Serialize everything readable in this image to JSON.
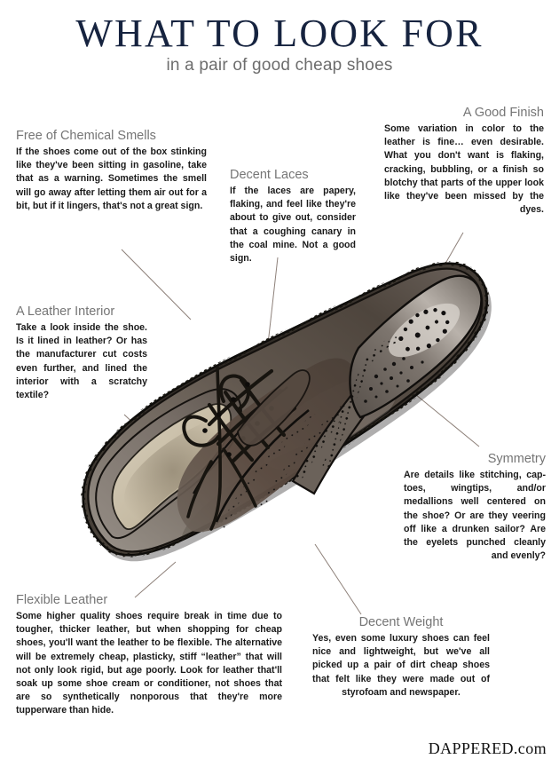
{
  "header": {
    "title": "WHAT TO LOOK FOR",
    "subtitle": "in a pair of good cheap shoes"
  },
  "callouts": [
    {
      "id": "chemical-smells",
      "heading": "Free of Chemical Smells",
      "body": "If the shoes come out of the box stinking like they've been sitting in gasoline, take that as a warning. Sometimes the smell will go away after letting them air out for a bit, but if it lingers, that's not a great sign."
    },
    {
      "id": "leather-interior",
      "heading": "A Leather Interior",
      "body": "Take a look inside the shoe. Is it lined in leather? Or has the manufacturer cut costs even further, and lined the interior with a scratchy textile?"
    },
    {
      "id": "decent-laces",
      "heading": "Decent Laces",
      "body": "If the laces are papery, flaking, and feel like they're about to give out, consider that a coughing canary in the coal mine. Not a good sign."
    },
    {
      "id": "good-finish",
      "heading": "A Good Finish",
      "body": "Some variation in color to the leather is fine… even desirable. What you don't want is flaking, cracking, bubbling, or a finish so blotchy that parts of the upper look like they've been missed by the dyes."
    },
    {
      "id": "symmetry",
      "heading": "Symmetry",
      "body": "Are details like stitching, cap-toes, wingtips, and/or medallions well centered on the shoe? Or are they veering off like a drunken sailor? Are the eyelets punched cleanly and evenly?"
    },
    {
      "id": "flexible-leather",
      "heading": "Flexible Leather",
      "body": "Some higher quality shoes require break in time due to tougher, thicker leather, but when shopping for cheap shoes, you'll want the leather to be flexible. The alternative will be extremely cheap, plasticky, stiff “leather” that will not only look rigid, but age poorly. Look for leather that'll soak up some shoe cream or conditioner, not shoes that are so synthetically nonporous that they're more tupperware than hide."
    },
    {
      "id": "decent-weight",
      "heading": "Decent Weight",
      "body": "Yes, even some luxury shoes can feel nice and lightweight, but we've all picked up a pair of dirt cheap shoes that felt like they were made out of styrofoam and newspaper."
    }
  ],
  "footer": {
    "logo": "DAPPERED.com"
  },
  "illustration": {
    "name": "brown-leather-wingtip-brogue-shoe",
    "description": "Top-down view of a dark brown leather wingtip brogue dress shoe angled from lower-left heel to upper-right toe",
    "colors": {
      "upper_dark": "#4a4038",
      "upper_mid": "#6c6159",
      "upper_light": "#8d857d",
      "toe_highlight": "#cfc9c2",
      "vamp_brown": "#5a4a40",
      "interior_lining": "#cabfab",
      "interior_shadow": "#a99d89",
      "outline": "#151310",
      "lace": "#1b1714",
      "welt": "#3a332c"
    },
    "leader_line_color": "#8b7f7a"
  },
  "palette": {
    "title_navy": "#16233f",
    "subtitle_gray": "#6d6d6d",
    "heading_gray": "#757575",
    "body_black": "#1a1a1a",
    "background": "#ffffff"
  }
}
